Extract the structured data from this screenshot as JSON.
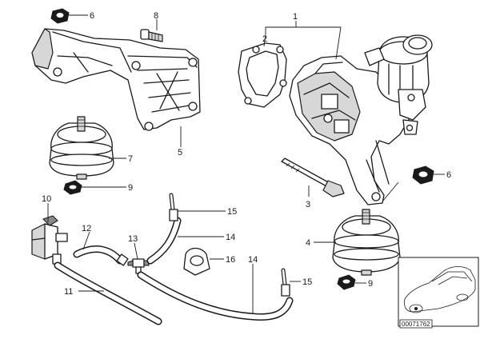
{
  "callouts": {
    "c1": "1",
    "c2": "2",
    "c3": "3",
    "c4": "4",
    "c5": "5",
    "c6a": "6",
    "c6b": "6",
    "c7": "7",
    "c8": "8",
    "c9a": "9",
    "c9b": "9",
    "c10": "10",
    "c11": "11",
    "c12": "12",
    "c13": "13",
    "c14a": "14",
    "c14b": "14",
    "c15a": "15",
    "c15b": "15",
    "c16": "16"
  },
  "thumbnail": {
    "code": "00071762"
  }
}
